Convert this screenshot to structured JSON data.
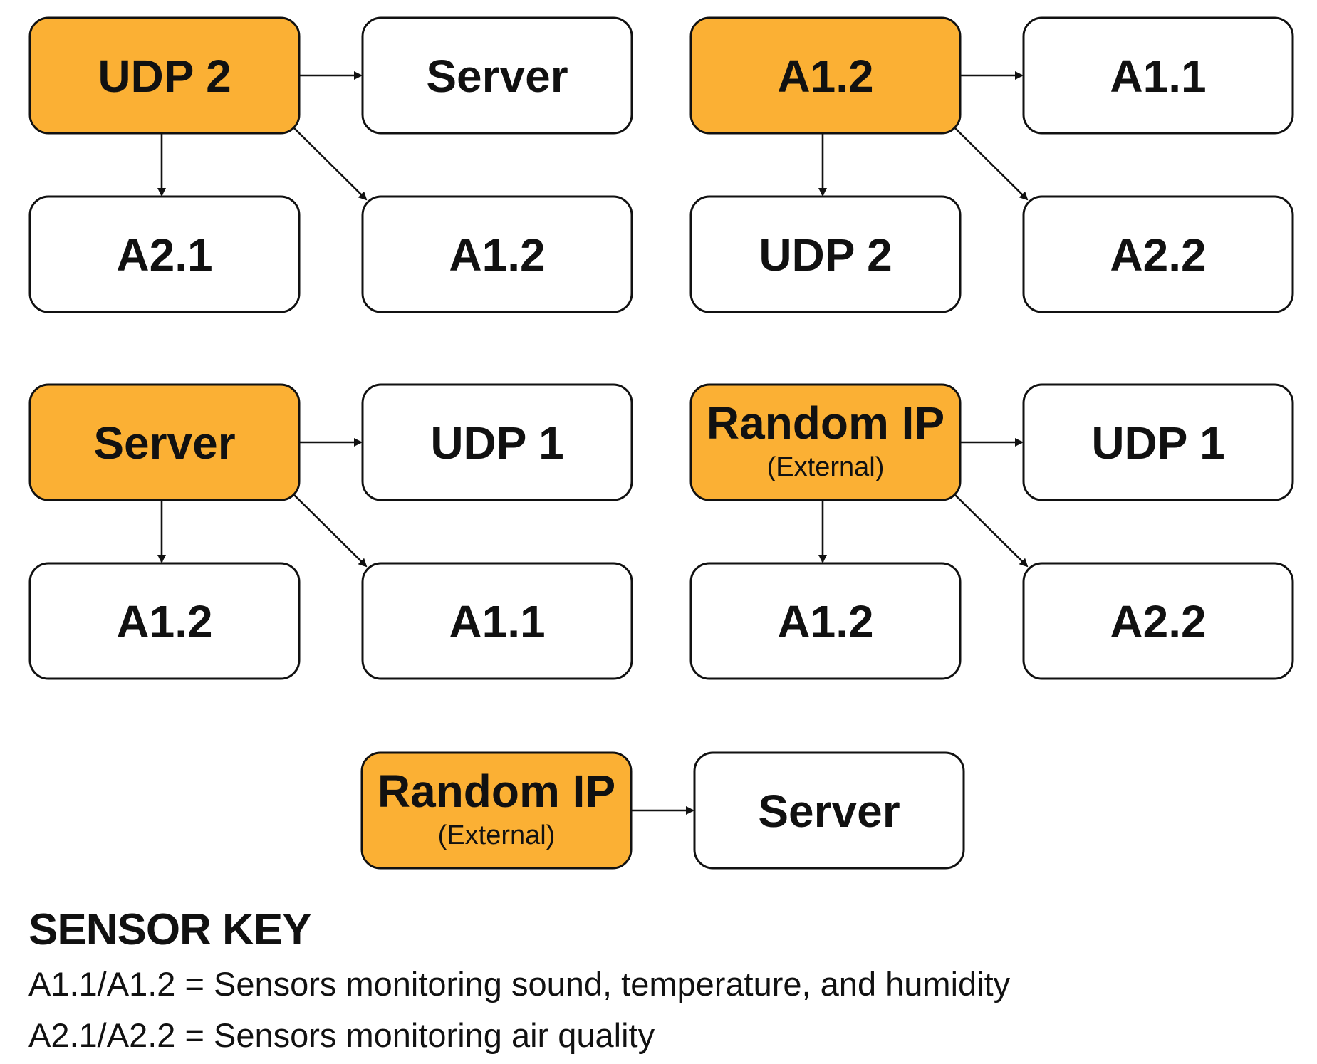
{
  "colors": {
    "highlight_fill": "#fbb034",
    "node_fill": "#ffffff",
    "stroke": "#111111"
  },
  "groups": [
    {
      "source": {
        "label": "UDP 2",
        "sublabel": ""
      },
      "right": {
        "label": "Server"
      },
      "below": {
        "label": "A2.1"
      },
      "diagonal": {
        "label": "A1.2"
      }
    },
    {
      "source": {
        "label": "A1.2",
        "sublabel": ""
      },
      "right": {
        "label": "A1.1"
      },
      "below": {
        "label": "UDP 2"
      },
      "diagonal": {
        "label": "A2.2"
      }
    },
    {
      "source": {
        "label": "Server",
        "sublabel": ""
      },
      "right": {
        "label": "UDP 1"
      },
      "below": {
        "label": "A1.2"
      },
      "diagonal": {
        "label": "A1.1"
      }
    },
    {
      "source": {
        "label": "Random IP",
        "sublabel": "(External)"
      },
      "right": {
        "label": "UDP 1"
      },
      "below": {
        "label": "A1.2"
      },
      "diagonal": {
        "label": "A2.2"
      }
    }
  ],
  "single_pair": {
    "source": {
      "label": "Random IP",
      "sublabel": "(External)"
    },
    "target": {
      "label": "Server"
    }
  },
  "sensor_key": {
    "title": "SENSOR KEY",
    "lines": [
      "A1.1/A1.2 = Sensors monitoring sound, temperature, and humidity",
      "A2.1/A2.2 = Sensors monitoring air quality"
    ]
  }
}
